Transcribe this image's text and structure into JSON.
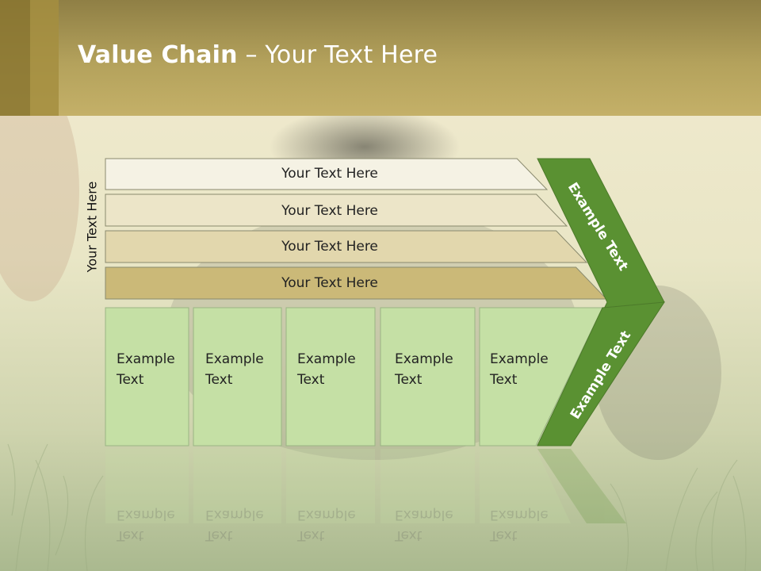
{
  "slide": {
    "title_bold": "Value Chain",
    "title_rest": " – Your Text Here"
  },
  "diagram": {
    "side_label": "Your Text Here",
    "bars": [
      {
        "label": "Your Text Here",
        "color": "#f5f2e4"
      },
      {
        "label": "Your Text Here",
        "color": "#ece5c8"
      },
      {
        "label": "Your Text Here",
        "color": "#e2d7ad"
      },
      {
        "label": "Your Text Here",
        "color": "#cbb978"
      }
    ],
    "cells": [
      {
        "line1": "Example",
        "line2": "Text"
      },
      {
        "line1": "Example",
        "line2": "Text"
      },
      {
        "line1": "Example",
        "line2": "Text"
      },
      {
        "line1": "Example",
        "line2": "Text"
      },
      {
        "line1": "Example",
        "line2": "Text"
      }
    ],
    "cell_color": "#c5e0a5",
    "chevron_color": "#5a9132",
    "chevron_upper_label": "Example Text",
    "chevron_lower_label": "Example Text"
  }
}
